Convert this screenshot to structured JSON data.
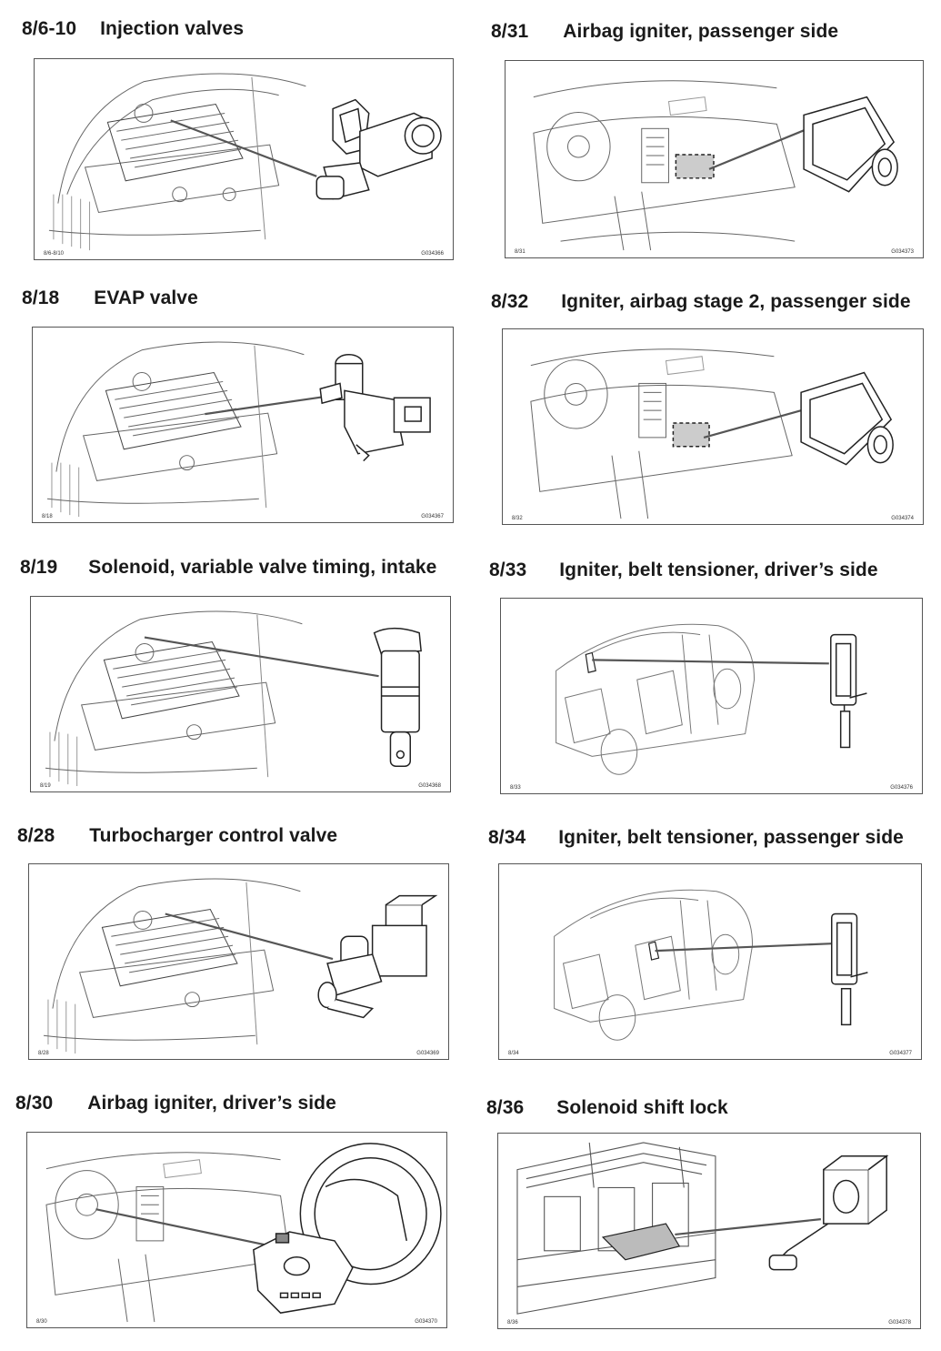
{
  "entries": [
    {
      "code": "8/6-10",
      "title": "Injection valves",
      "caption_left": "8/6-8/10",
      "caption_right": "G034366",
      "illustration": "engine-bay-with-injection-valve"
    },
    {
      "code": "8/31",
      "title": "Airbag igniter, passenger side",
      "caption_left": "8/31",
      "caption_right": "G034373",
      "illustration": "dashboard-with-passenger-airbag"
    },
    {
      "code": "8/18",
      "title": "EVAP valve",
      "caption_left": "8/18",
      "caption_right": "G034367",
      "illustration": "engine-bay-with-evap-valve"
    },
    {
      "code": "8/32",
      "title": "Igniter, airbag stage 2, passenger side",
      "caption_left": "8/32",
      "caption_right": "G034374",
      "illustration": "dashboard-with-passenger-airbag-stage-2"
    },
    {
      "code": "8/19",
      "title": "Solenoid, variable valve timing, intake",
      "caption_left": "8/19",
      "caption_right": "G034368",
      "illustration": "engine-bay-with-vvt-solenoid"
    },
    {
      "code": "8/33",
      "title": "Igniter, belt tensioner, driver’s side",
      "caption_left": "8/33",
      "caption_right": "G034376",
      "illustration": "car-with-belt-tensioner-driver"
    },
    {
      "code": "8/28",
      "title": "Turbocharger control valve",
      "caption_left": "8/28",
      "caption_right": "G034369",
      "illustration": "engine-bay-with-turbo-control-valve"
    },
    {
      "code": "8/34",
      "title": "Igniter, belt tensioner, passenger side",
      "caption_left": "8/34",
      "caption_right": "G034377",
      "illustration": "car-with-belt-tensioner-passenger"
    },
    {
      "code": "8/30",
      "title": "Airbag igniter, driver’s side",
      "caption_left": "8/30",
      "caption_right": "G034370",
      "illustration": "dashboard-with-steering-wheel-airbag"
    },
    {
      "code": "8/36",
      "title": "Solenoid shift lock",
      "caption_left": "8/36",
      "caption_right": "G034378",
      "illustration": "gear-selector-with-shift-lock-solenoid"
    }
  ]
}
